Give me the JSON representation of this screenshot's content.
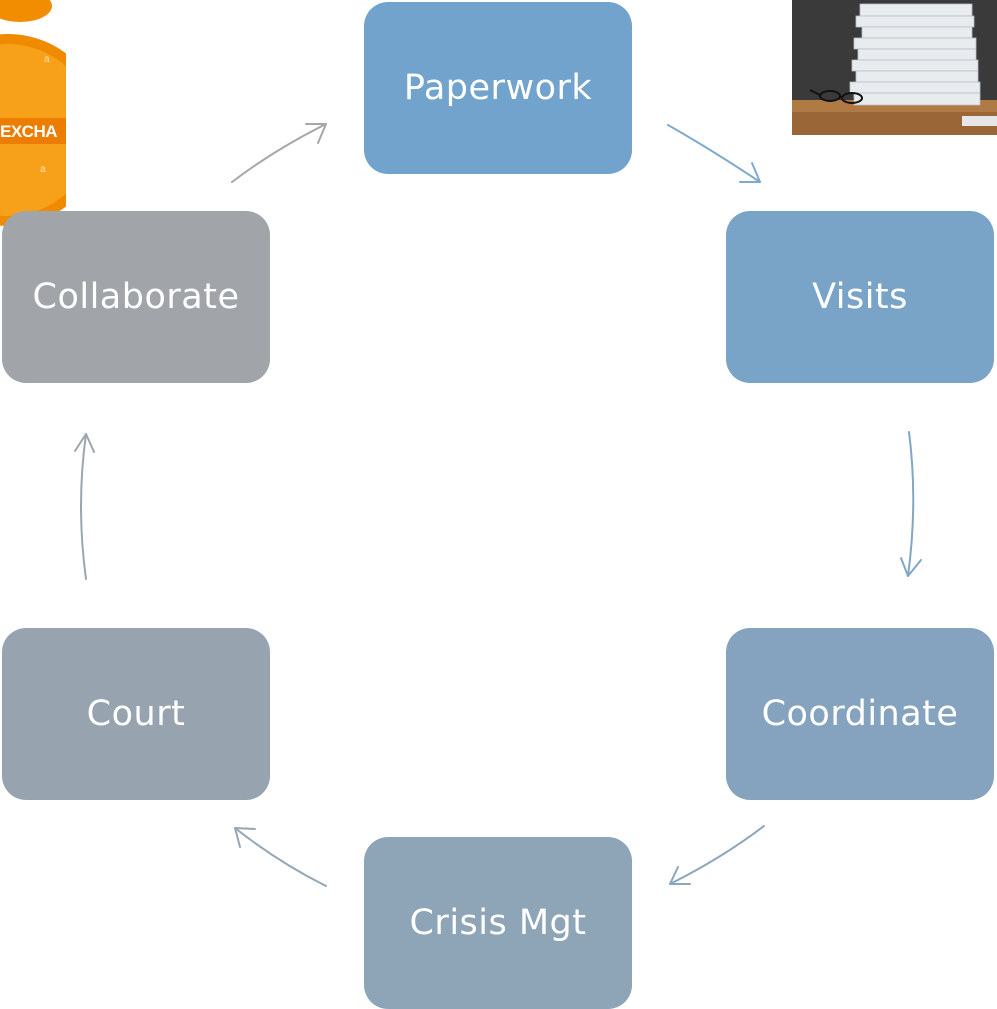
{
  "diagram": {
    "type": "cycle",
    "nodes": [
      {
        "id": "paperwork",
        "label": "Paperwork"
      },
      {
        "id": "visits",
        "label": "Visits"
      },
      {
        "id": "coordinate",
        "label": "Coordinate"
      },
      {
        "id": "crisis",
        "label": "Crisis Mgt"
      },
      {
        "id": "court",
        "label": "Court"
      },
      {
        "id": "collaborate",
        "label": "Collaborate"
      }
    ],
    "edges": [
      [
        "paperwork",
        "visits"
      ],
      [
        "visits",
        "coordinate"
      ],
      [
        "coordinate",
        "crisis"
      ],
      [
        "crisis",
        "court"
      ],
      [
        "court",
        "collaborate"
      ],
      [
        "collaborate",
        "paperwork"
      ]
    ]
  },
  "images": {
    "exchange_graphic": {
      "text": "EXCHA",
      "accent": "#f28c00"
    },
    "paper_stack_photo": {
      "subject": "stack of paper documents with eyeglasses on desk"
    }
  }
}
